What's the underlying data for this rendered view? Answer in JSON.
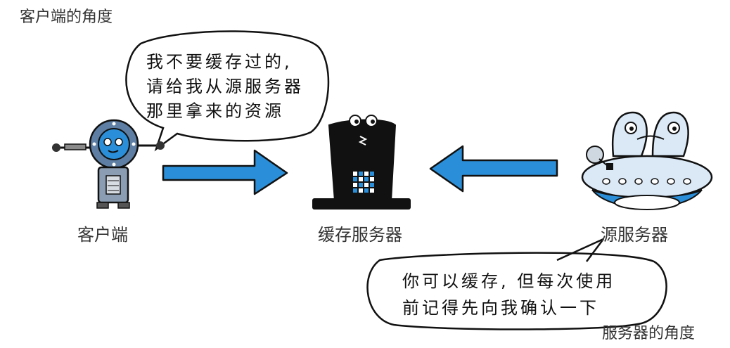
{
  "perspective_labels": {
    "client": "客户端的角度",
    "server": "服务器的角度"
  },
  "nodes": {
    "client": "客户端",
    "cache": "缓存服务器",
    "origin": "源服务器"
  },
  "bubbles": {
    "client": [
      "我不要缓存过的,",
      "请给我从源服务器",
      "那里拿来的资源"
    ],
    "server": [
      "你可以缓存, 但每次使用",
      "前记得先向我确认一下"
    ]
  },
  "colors": {
    "arrow": "#2a8fd8",
    "robot_body": "#6f8fb0",
    "cache_body": "#111111",
    "ufo_body": "#dbe9f7"
  }
}
